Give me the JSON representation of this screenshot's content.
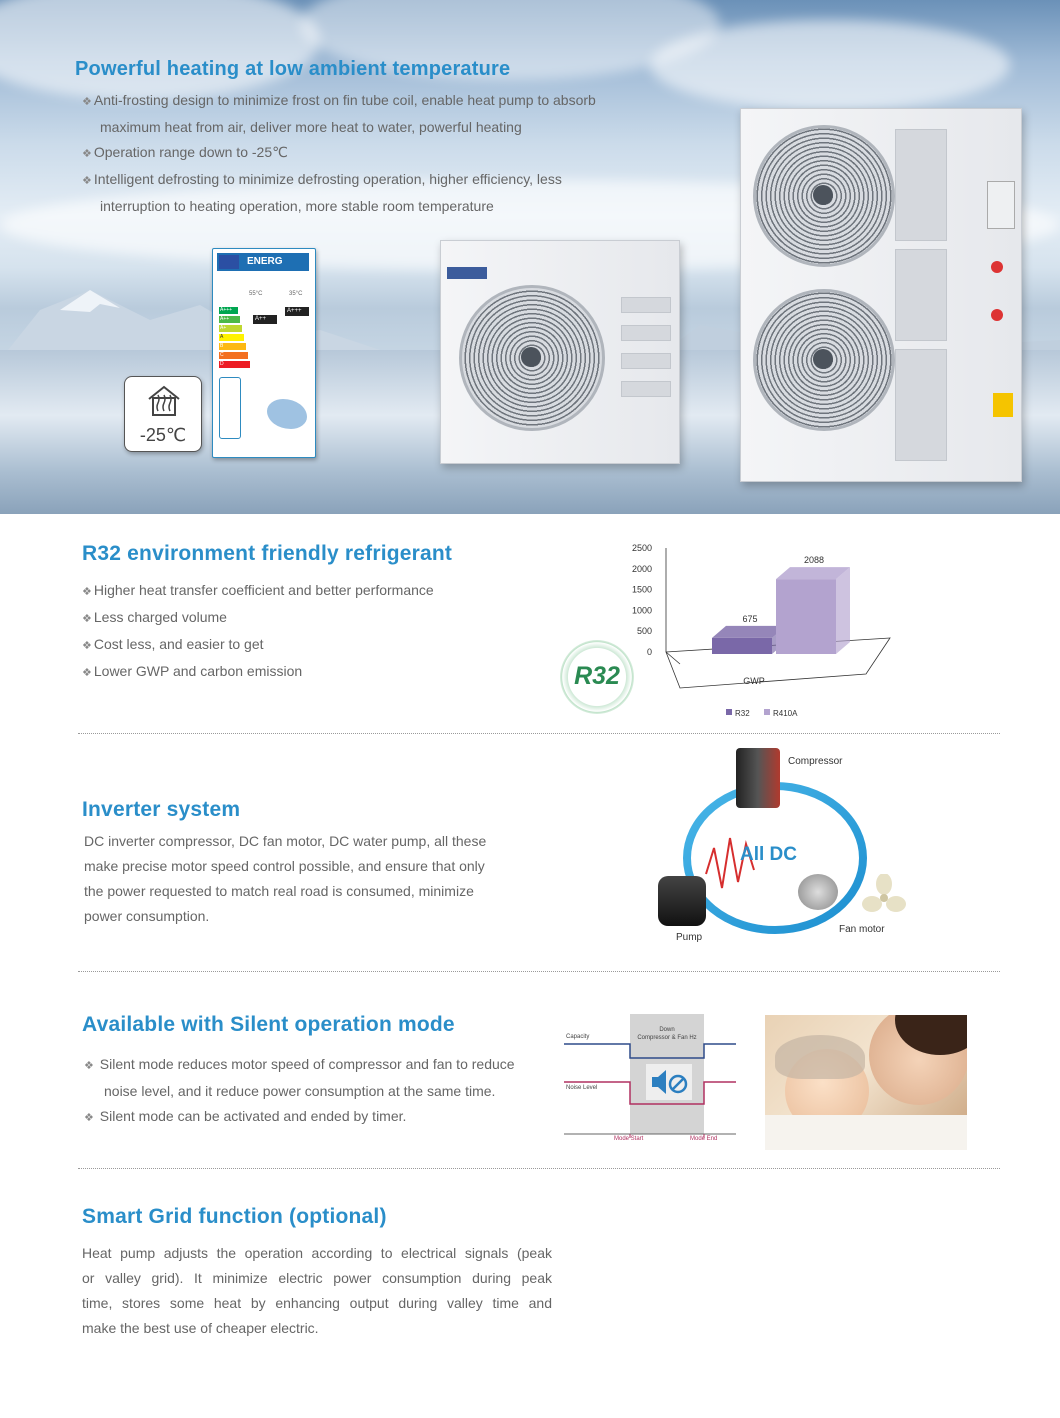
{
  "hero": {
    "heading": "Powerful heating at low ambient temperature",
    "bullets": [
      "Anti-frosting design to minimize frost on fin tube coil, enable heat pump to absorb",
      "maximum heat from air, deliver more heat to water, powerful heating",
      "Operation range down to -25℃",
      "Intelligent defrosting to minimize defrosting operation, higher efficiency, less",
      "interruption to heating operation, more stable room temperature"
    ],
    "temp_badge": "-25℃",
    "energy_label": {
      "title": "ENERG",
      "classes": [
        "A+++",
        "A++",
        "A+",
        "A",
        "B",
        "C",
        "D"
      ],
      "temp_left": "55°C",
      "temp_right": "35°C",
      "rating_left": "A++",
      "rating_right": "A+++"
    }
  },
  "r32": {
    "heading": "R32 environment friendly refrigerant",
    "bullets": [
      "Higher heat transfer coefficient and better performance",
      "Less charged volume",
      "Cost less, and easier to get",
      "Lower GWP and carbon emission"
    ],
    "badge": "R32"
  },
  "chart_data": {
    "type": "bar",
    "categories": [
      "GWP"
    ],
    "series": [
      {
        "name": "R32",
        "values": [
          675
        ],
        "color": "#7a68a8"
      },
      {
        "name": "R410A",
        "values": [
          2088
        ],
        "color": "#b3a3cf"
      }
    ],
    "xlabel": "GWP",
    "ylim": [
      0,
      2500
    ],
    "yticks": [
      0,
      500,
      1000,
      1500,
      2000,
      2500
    ],
    "data_labels": [
      "675",
      "2088"
    ],
    "legend_position": "bottom"
  },
  "inverter": {
    "heading": "Inverter system",
    "paragraph": [
      "DC inverter compressor, DC fan motor, DC water pump, all these",
      "make precise motor speed control possible, and ensure that only",
      "the power requested to match real road is consumed, minimize",
      "power consumption."
    ],
    "diagram": {
      "center": "All DC",
      "compressor": "Compressor",
      "pump": "Pump",
      "fan_motor": "Fan motor"
    }
  },
  "silent": {
    "heading": "Available with Silent operation mode",
    "bullets": [
      "Silent mode reduces motor speed of compressor and fan to reduce",
      "noise level, and it reduce power consumption at the same time.",
      "Silent mode can be activated and ended by timer."
    ],
    "diagram": {
      "down_label": "Down",
      "down_sub": "Compressor & Fan Hz",
      "capacity": "Capacity",
      "noise_level": "Noise Level",
      "mode_start": "Mode Start",
      "mode_end": "Mode End"
    }
  },
  "smart_grid": {
    "heading": "Smart Grid function (optional)",
    "paragraph": [
      "Heat pump adjusts the operation according to electrical signals (peak",
      "or valley grid). It minimize electric power consumption during peak",
      "time, stores some heat by enhancing output during valley time and",
      "make the best use of cheaper electric."
    ]
  }
}
